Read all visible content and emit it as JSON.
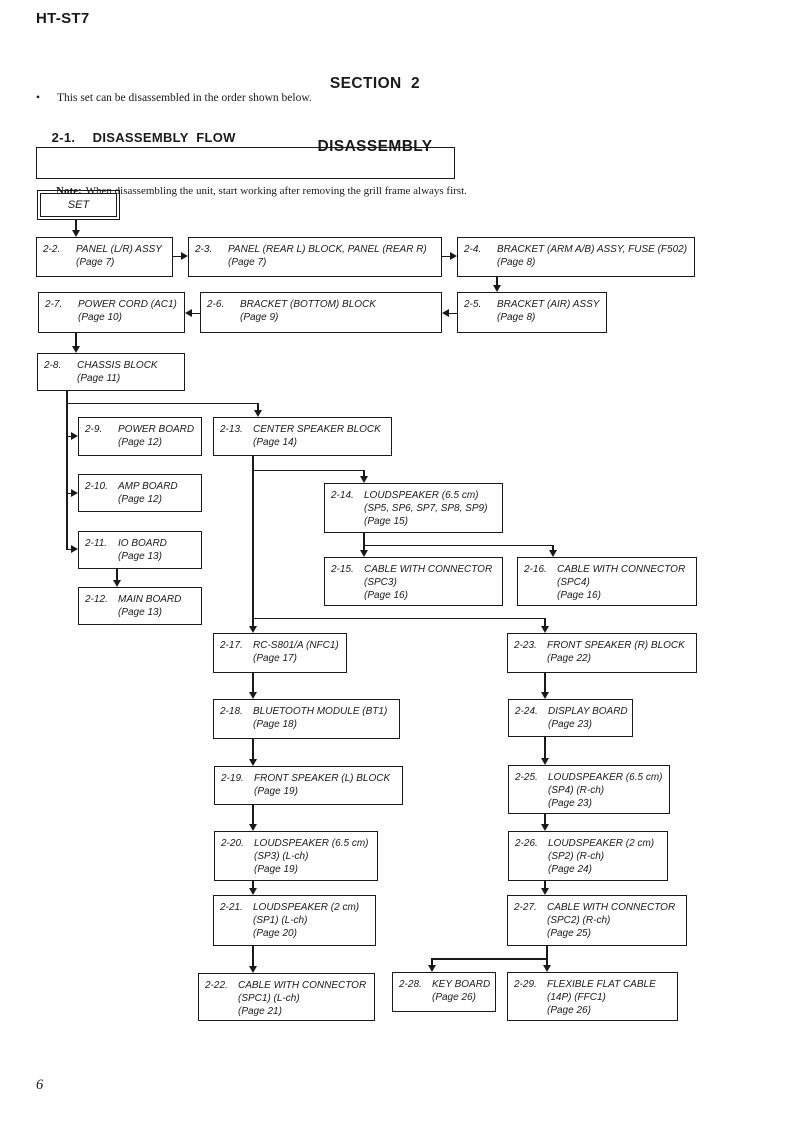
{
  "page": {
    "model": "HT-ST7",
    "section": {
      "line1": "SECTION  2",
      "line2": "DISASSEMBLY"
    },
    "intro_bullet": "•",
    "intro_text": "This set can be disassembled in the order shown below.",
    "flow_heading": {
      "num": "2-1.",
      "label": "DISASSEMBLY  FLOW"
    },
    "note": {
      "label": "Note:",
      "text": "When disassembling the unit, start working after removing the grill frame always first."
    },
    "page_number": "6"
  },
  "flow": {
    "start_label": "SET",
    "boxes": [
      {
        "num": "2-2.",
        "lines": [
          "PANEL (L/R) ASSY",
          "(Page 7)"
        ]
      },
      {
        "num": "2-3.",
        "lines": [
          "PANEL (REAR L) BLOCK, PANEL (REAR R)",
          "(Page 7)"
        ]
      },
      {
        "num": "2-4.",
        "lines": [
          "BRACKET (ARM A/B) ASSY, FUSE (F502)",
          "(Page 8)"
        ]
      },
      {
        "num": "2-5.",
        "lines": [
          "BRACKET (AIR) ASSY",
          "(Page 8)"
        ]
      },
      {
        "num": "2-6.",
        "lines": [
          "BRACKET (BOTTOM) BLOCK",
          "(Page 9)"
        ]
      },
      {
        "num": "2-7.",
        "lines": [
          "POWER CORD (AC1)",
          "(Page 10)"
        ]
      },
      {
        "num": "2-8.",
        "lines": [
          "CHASSIS BLOCK",
          "(Page 11)"
        ]
      },
      {
        "num": "2-9.",
        "lines": [
          "POWER BOARD",
          "(Page 12)"
        ]
      },
      {
        "num": "2-10.",
        "lines": [
          "AMP BOARD",
          "(Page 12)"
        ]
      },
      {
        "num": "2-11.",
        "lines": [
          "IO BOARD",
          "(Page 13)"
        ]
      },
      {
        "num": "2-12.",
        "lines": [
          "MAIN BOARD",
          "(Page 13)"
        ]
      },
      {
        "num": "2-13.",
        "lines": [
          "CENTER SPEAKER BLOCK",
          "(Page 14)"
        ]
      },
      {
        "num": "2-14.",
        "lines": [
          "LOUDSPEAKER (6.5 cm)",
          "(SP5, SP6, SP7, SP8, SP9)",
          "(Page 15)"
        ]
      },
      {
        "num": "2-15.",
        "lines": [
          "CABLE WITH CONNECTOR",
          "(SPC3)",
          "(Page 16)"
        ]
      },
      {
        "num": "2-16.",
        "lines": [
          "CABLE WITH CONNECTOR",
          "(SPC4)",
          "(Page 16)"
        ]
      },
      {
        "num": "2-17.",
        "lines": [
          "RC-S801/A (NFC1)",
          "(Page 17)"
        ]
      },
      {
        "num": "2-18.",
        "lines": [
          "BLUETOOTH MODULE (BT1)",
          "(Page 18)"
        ]
      },
      {
        "num": "2-19.",
        "lines": [
          "FRONT SPEAKER (L) BLOCK",
          "(Page 19)"
        ]
      },
      {
        "num": "2-20.",
        "lines": [
          "LOUDSPEAKER (6.5 cm)",
          "(SP3) (L-ch)",
          "(Page 19)"
        ]
      },
      {
        "num": "2-21.",
        "lines": [
          "LOUDSPEAKER (2 cm)",
          "(SP1) (L-ch)",
          "(Page 20)"
        ]
      },
      {
        "num": "2-22.",
        "lines": [
          "CABLE WITH CONNECTOR",
          "(SPC1) (L-ch)",
          "(Page 21)"
        ]
      },
      {
        "num": "2-23.",
        "lines": [
          "FRONT SPEAKER (R) BLOCK",
          "(Page 22)"
        ]
      },
      {
        "num": "2-24.",
        "lines": [
          "DISPLAY BOARD",
          "(Page 23)"
        ]
      },
      {
        "num": "2-25.",
        "lines": [
          "LOUDSPEAKER (6.5 cm)",
          "(SP4) (R-ch)",
          "(Page 23)"
        ]
      },
      {
        "num": "2-26.",
        "lines": [
          "LOUDSPEAKER (2 cm)",
          "(SP2) (R-ch)",
          "(Page 24)"
        ]
      },
      {
        "num": "2-27.",
        "lines": [
          "CABLE WITH CONNECTOR",
          "(SPC2) (R-ch)",
          "(Page 25)"
        ]
      },
      {
        "num": "2-28.",
        "lines": [
          "KEY BOARD",
          "(Page 26)"
        ]
      },
      {
        "num": "2-29.",
        "lines": [
          "FLEXIBLE FLAT CABLE",
          "(14P) (FFC1)",
          "(Page 26)"
        ]
      }
    ]
  }
}
